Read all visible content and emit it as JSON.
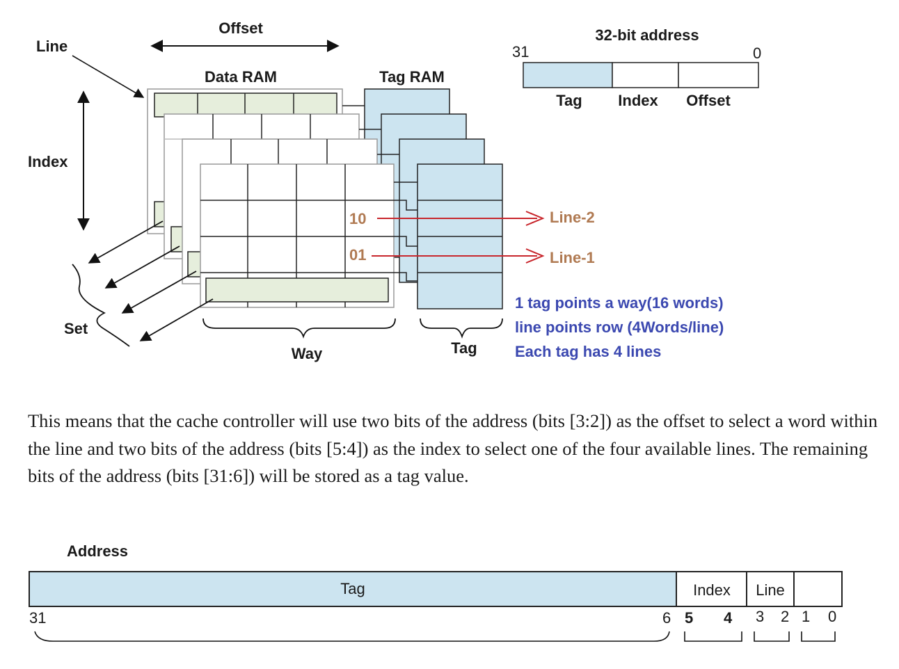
{
  "top_diagram": {
    "offset_label": "Offset",
    "line_label": "Line",
    "data_ram_label": "Data RAM",
    "tag_ram_label": "Tag RAM",
    "index_label": "Index",
    "set_label": "Set",
    "way_label": "Way",
    "tag_label": "Tag",
    "line_10": "10",
    "line_01": "01",
    "line_2_label": "Line-2",
    "line_1_label": "Line-1",
    "notes": [
      "1 tag points a way(16 words)",
      "line points row (4Words/line)",
      "Each tag has 4 lines"
    ]
  },
  "address_32": {
    "title": "32-bit address",
    "msb": "31",
    "lsb": "0",
    "fields": [
      "Tag",
      "Index",
      "Offset"
    ]
  },
  "paragraph": "This means that the cache controller will use two bits of the address (bits [3:2]) as the offset to select a word within the line and two bits of the address (bits [5:4]) as the index to select one of the four available lines. The remaining bits of the address (bits [31:6]) will be stored as a tag value.",
  "address_bottom": {
    "title": "Address",
    "tag": "Tag",
    "index": "Index",
    "line": "Line",
    "bit_31": "31",
    "bit_6": "6",
    "bit_5": "5",
    "bit_4": "4",
    "bit_3": "3",
    "bit_2": "2",
    "bit_1": "1",
    "bit_0": "0"
  },
  "colors": {
    "tag_blue": "#cce4f0",
    "data_green": "#e6eedc",
    "arrow_red": "#c8262c",
    "note_blue": "#3b48b0",
    "brown": "#b07a52"
  }
}
